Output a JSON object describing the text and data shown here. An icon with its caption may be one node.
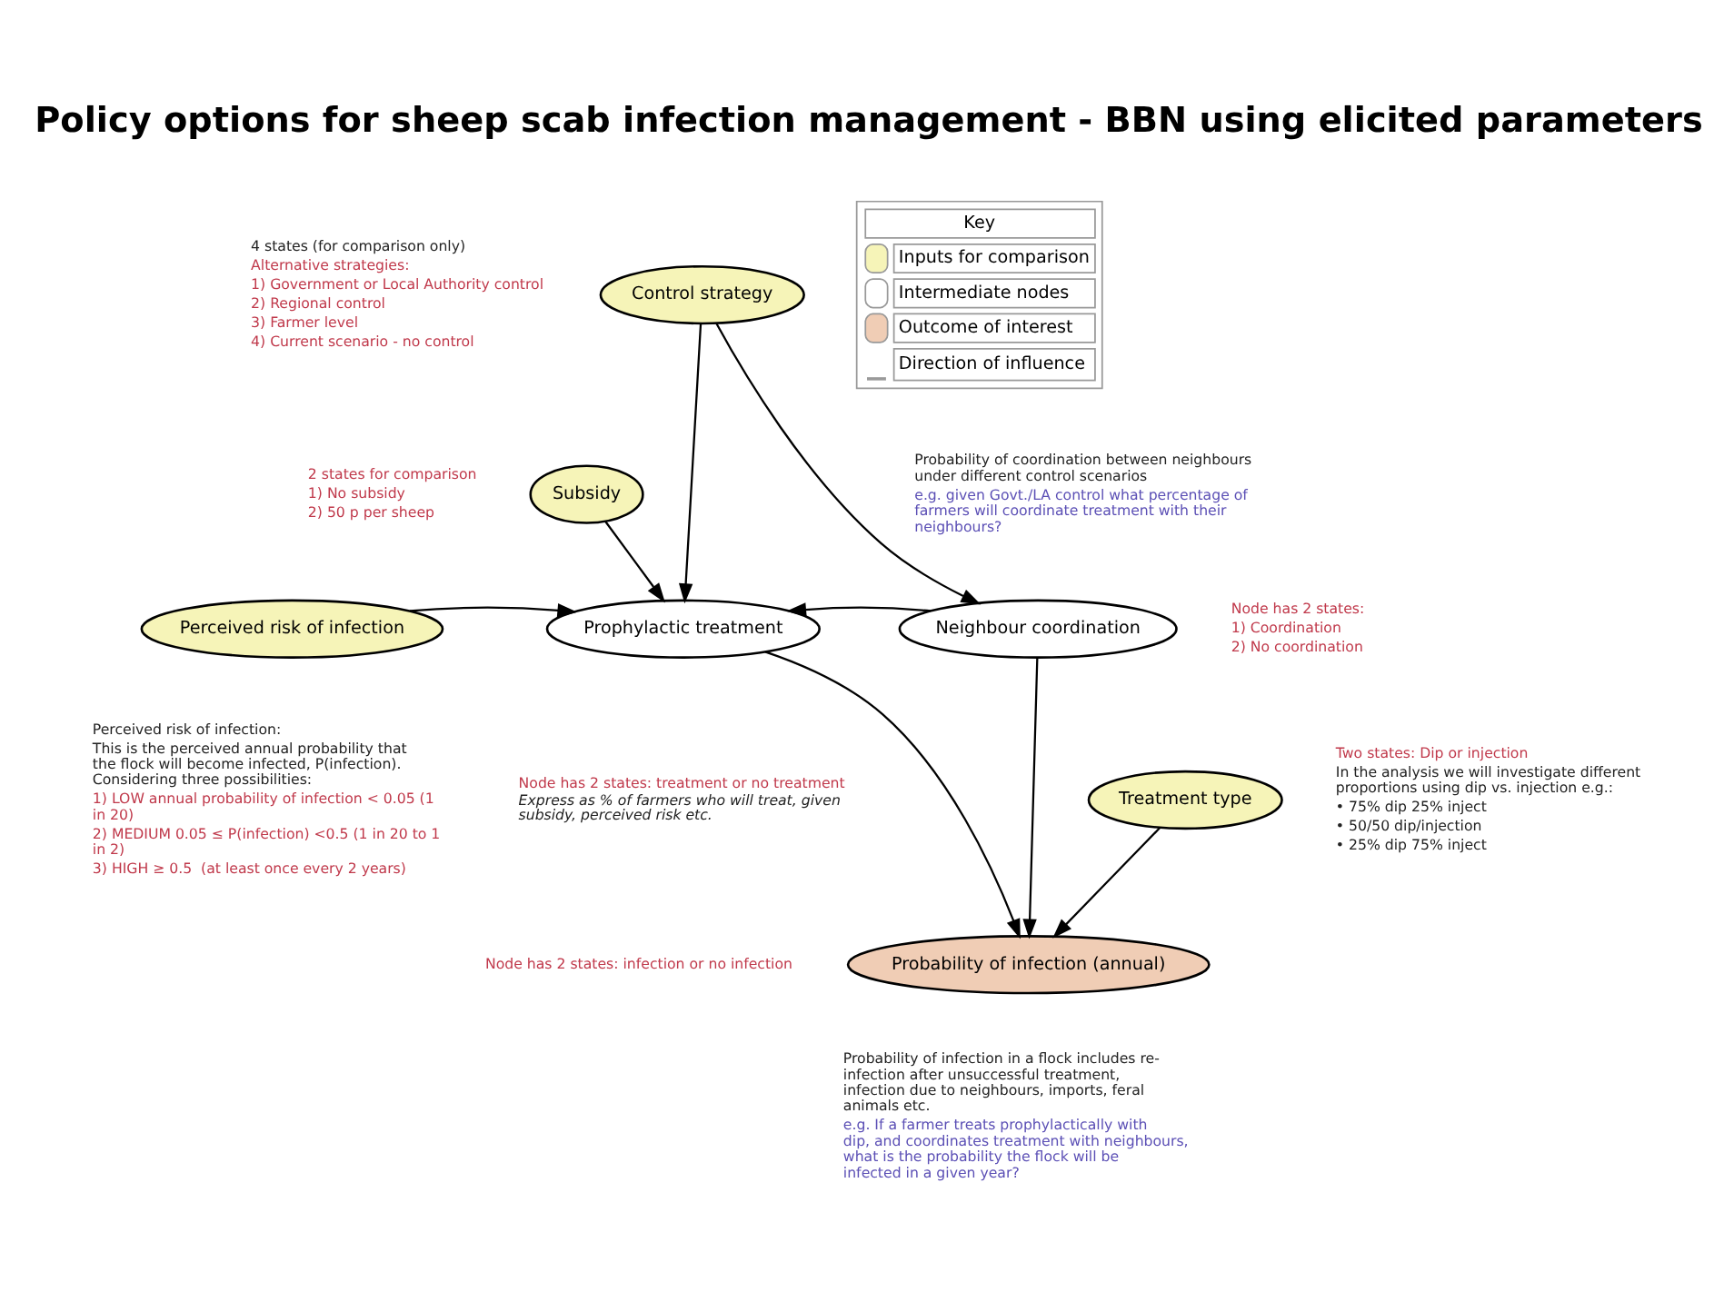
{
  "diagram": {
    "title": "Policy options for sheep scab infection management - BBN using elicited parameters",
    "nodes": [
      {
        "text": [
          "Control strategy"
        ],
        "beside": [
          "4 states (for comparison only)",
          "Alternative strategies:",
          "1) Government or Local Authority control",
          "2) Regional control",
          "3) Farmer level",
          "4) Current scenario - no control"
        ]
      },
      {
        "text": [
          "Subsidy"
        ],
        "beside": [
          "2 states for comparison",
          "1) No subsidy",
          "2) 50 p per sheep"
        ]
      },
      {
        "text": [
          "Perceived risk of infection"
        ],
        "beside": [
          "Perceived risk of infection:",
          "This is the perceived annual probability that the flock will become infected, P(infection). Considering three possibilities:",
          "1) LOW annual probability of infection < 0.05 (1 in 20)",
          "2) MEDIUM 0.05 ≤ P(infection) <0.5 (1 in 20 to 1 in 2)",
          "3) HIGH ≥ 0.5  (at least once every 2 years)"
        ]
      },
      {
        "text": [
          "Prophylactic treatment"
        ],
        "beside": [
          "Node has 2 states: treatment or no treatment",
          "Express as % of farmers who will treat, given subsidy, perceived risk etc."
        ]
      },
      {
        "text": [
          "Neighbour coordination"
        ],
        "beside": [
          "Probability of coordination between neighbours under different control scenarios",
          "e.g. given Govt./LA control what percentage of farmers will coordinate treatment with their neighbours?",
          "Node has 2 states:",
          "1) Coordination",
          "2) No coordination"
        ]
      },
      {
        "text": [
          "Treatment type"
        ],
        "beside": [
          "Two states: Dip or injection",
          "In the analysis we will investigate different proportions using dip vs. injection e.g.:",
          "• 75% dip 25% inject",
          "• 50/50 dip/injection",
          "• 25% dip 75% inject"
        ]
      },
      {
        "text": [
          "Probability of infection (annual)"
        ],
        "beside": [
          "Node has 2 states: infection or no infection",
          "Probability of infection in a flock includes re-infection after unsuccessful treatment, infection due to neighbours, imports, feral animals etc.",
          "e.g. If a farmer treats prophylactically with dip, and coordinates treatment with neighbours, what is the probability the flock will be infected in a given year?"
        ]
      }
    ],
    "edges": [
      {
        "from": 0,
        "to": 3,
        "arrow": "to"
      },
      {
        "from": 0,
        "to": 4,
        "arrow": "to"
      },
      {
        "from": 1,
        "to": 3,
        "arrow": "to"
      },
      {
        "from": 2,
        "to": 3,
        "arrow": "to"
      },
      {
        "from": 4,
        "to": 3,
        "arrow": "to"
      },
      {
        "from": 3,
        "to": 6,
        "arrow": "to"
      },
      {
        "from": 4,
        "to": 6,
        "arrow": "to"
      },
      {
        "from": 5,
        "to": 6,
        "arrow": "to"
      }
    ],
    "labels": [
      "Key"
    ],
    "legend": [
      {
        "text": "Inputs for comparison",
        "color": "#f6f4b8"
      },
      {
        "text": "Intermediate nodes",
        "color": "#ffffff"
      },
      {
        "text": "Outcome of interest",
        "color": "#f0cdb5"
      },
      {
        "text": "Direction of influence"
      }
    ]
  }
}
